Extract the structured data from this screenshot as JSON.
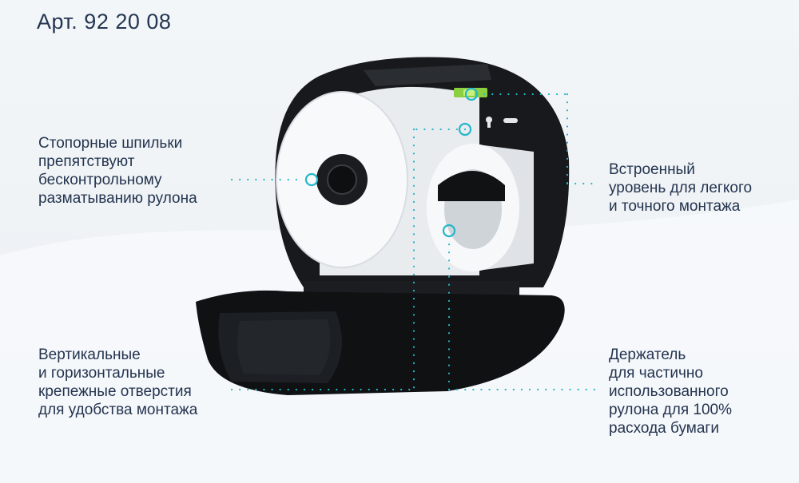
{
  "article": "Арт. 92 20 08",
  "callouts": {
    "pins": [
      "Стопорные шпильки",
      "препятствуют",
      "бесконтрольному",
      "разматыванию рулона"
    ],
    "level": [
      "Встроенный",
      "уровень для легкого",
      "и точного монтажа"
    ],
    "holes": [
      "Вертикальные",
      "и горизонтальные",
      "крепежные отверстия",
      "для удобства монтажа"
    ],
    "holder": [
      "Держатель",
      "для частично",
      "использованного",
      "рулона для 100%",
      "расхода бумаги"
    ]
  },
  "colors": {
    "accent": "#25b7c9",
    "text": "#24344f",
    "dispenser": "#121416",
    "paper": "#f6f7f9"
  },
  "icons": [
    "level-bubble-icon",
    "keyhole-icon"
  ]
}
